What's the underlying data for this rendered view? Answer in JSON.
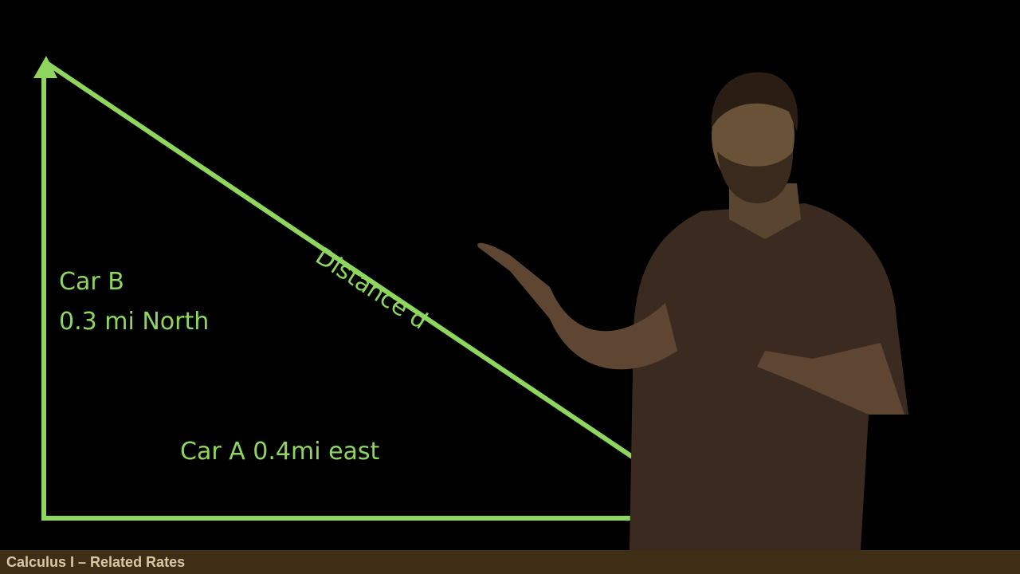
{
  "board": {
    "car_b_label": "Car B",
    "car_b_distance": "0.3 mi North",
    "car_a_label": "Car A 0.4mi east",
    "hypotenuse_label": "Distance d",
    "stroke_color": "#8fd65f"
  },
  "footer": {
    "title": "Calculus I – Related Rates",
    "background": "#3e2e16"
  }
}
